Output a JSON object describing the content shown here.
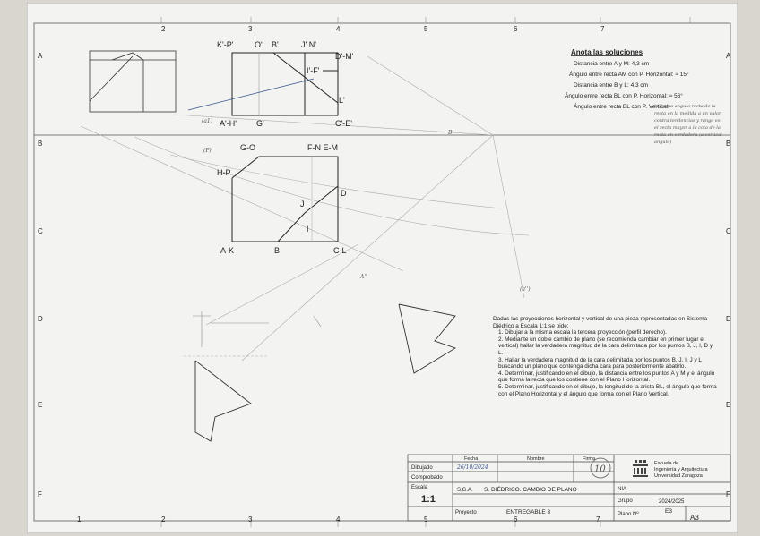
{
  "border": {
    "top_numbers": [
      "2",
      "3",
      "4",
      "5",
      "6",
      "7"
    ],
    "bottom_numbers": [
      "1",
      "2",
      "3",
      "4",
      "5",
      "6",
      "7"
    ],
    "left_letters": [
      "A",
      "B",
      "C",
      "D",
      "E",
      "F"
    ],
    "right_letters": [
      "A",
      "B",
      "C",
      "D",
      "E",
      "F"
    ]
  },
  "elevation_labels": {
    "kp": "K'-P'",
    "o": "O'",
    "b": "B'",
    "jn": "J' N'",
    "dm": "D'-M'",
    "ifp": "I'-F'",
    "l": "L'",
    "ah": "A'-H'",
    "g": "G'",
    "ce": "C'-E'"
  },
  "plan_labels": {
    "go": "G-O",
    "fnem": "F-N E-M",
    "hp": "H-P",
    "d": "D",
    "j": "J",
    "i": "I",
    "ak": "A-K",
    "b": "B",
    "cl": "C-L"
  },
  "solutions": {
    "title": "Anota las soluciones",
    "lines": [
      "Distancia entre A y M: 4,3 cm",
      "Ángulo entre recta AM con P. Horizontal: ≈ 15°",
      "Distancia entre B y L: 4,3 cm",
      "Ángulo entre recta BL con P. Horizontal: ≈ 56°",
      "Ángulo entre recta BL con P. Vertical:"
    ],
    "margin_note": "la forma angulo recta de la recta en la medida a un valor contra tendencias y rango es el recta mayor a la cota de la recta en verdadera (a vertical angulo)"
  },
  "statement": {
    "intro": "Dadas las proyecciones horizontal y vertical de una pieza representadas en Sistema Diédrico a Escala 1:1 se pide:",
    "items": [
      "1. Dibujar a la misma escala la tercera proyección (perfil derecho).",
      "2. Mediante un doble cambio de plano (se recomienda cambiar en primer lugar el vertical) hallar la verdadera magnitud de la cara delimitada por los puntos B, J, I, D y L.",
      "3. Hallar la verdadera magnitud de la cara delimitada por los puntos B, J, I, J y L buscando un plano que contenga dicha cara para posteriormente abatirlo.",
      "4. Determinar, justificando en el dibujo, la distancia entre los puntos A y M y el ángulo que forma la recta que los contiene con el Plano Horizontal.",
      "5. Determinar, justificando en el dibujo, la longitud de la arista BL, el ángulo que forma con el Plano Horizontal y el ángulo que forma con el Plano Vertical."
    ]
  },
  "title_block": {
    "fecha_h": "Fecha",
    "nombre_h": "Nombre",
    "firma_h": "Firma",
    "dibujado": "Dibujado",
    "date": "26/10/2024",
    "comprobado": "Comprobado",
    "grade": "10",
    "school1": "Escuela de",
    "school2": "Ingeniería y Arquitectura",
    "school3": "Universidad Zaragoza",
    "escala_h": "Escala",
    "escala": "1:1",
    "subject_code": "S.G.A.",
    "subject": "S. DIÉDRICO. CAMBIO DE PLANO",
    "nia_h": "NIA",
    "grupo_h": "Grupo",
    "grupo": "2024/2025",
    "proyecto_h": "Proyecto",
    "proyecto": "ENTREGABLE 3",
    "plano_h": "Plano Nº",
    "plano": "E3",
    "format": "A3"
  },
  "construction_labels": {
    "a1": "(a1)",
    "p1": "(P)",
    "b1": "B'",
    "apr": "A''",
    "bb": "(a'')"
  }
}
